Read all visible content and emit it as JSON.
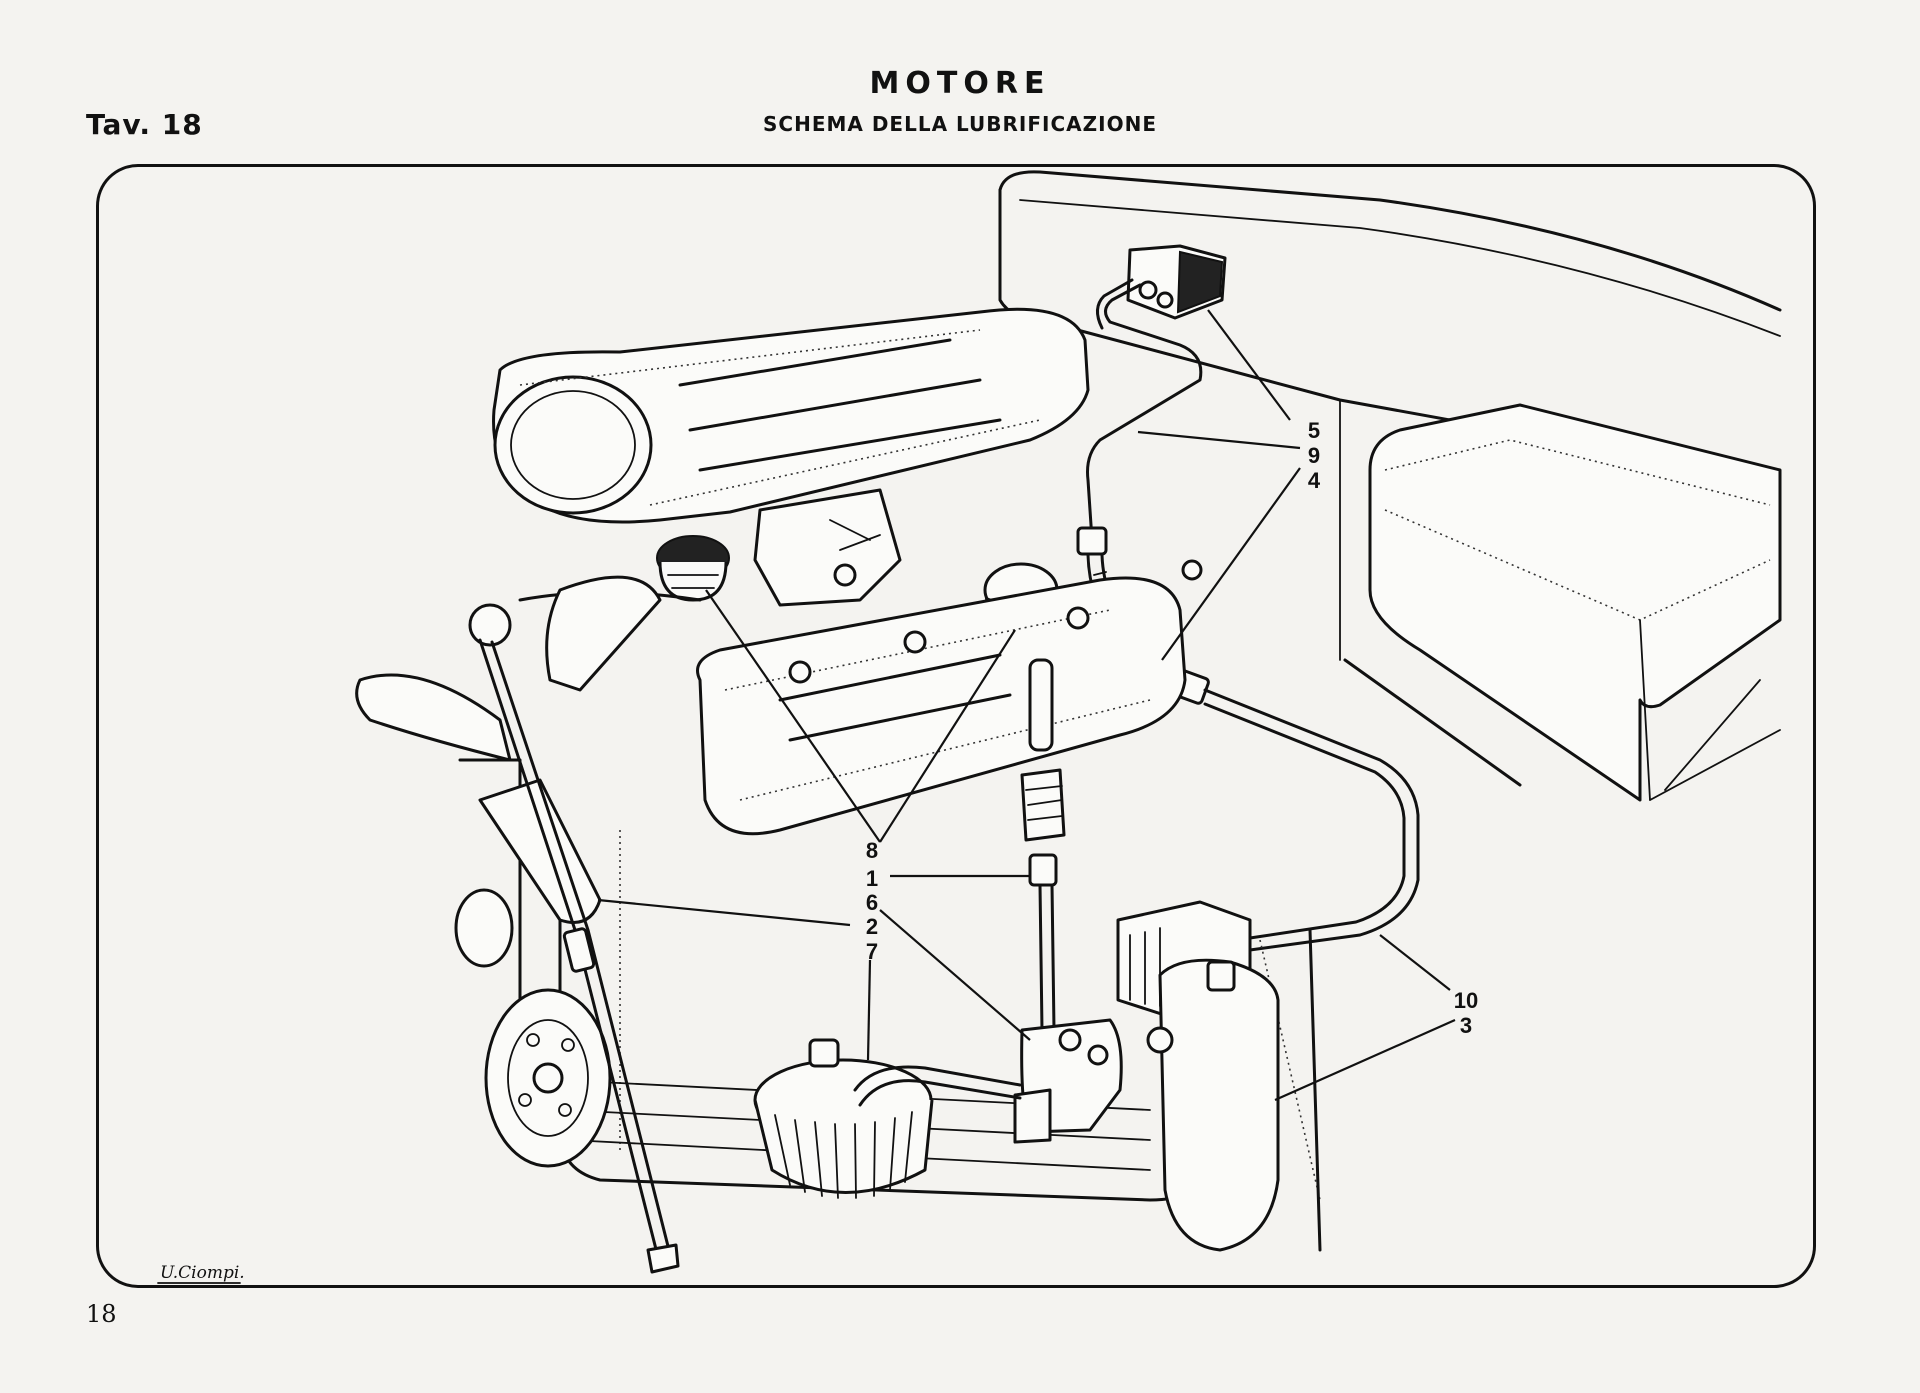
{
  "header": {
    "title": "MOTORE",
    "subtitle": "SCHEMA DELLA LUBRIFICAZIONE",
    "plate": "Tav. 18"
  },
  "footer": {
    "page_number": "18",
    "signature": "U.Ciompi."
  },
  "callouts": {
    "right_group_top": [
      "5",
      "9",
      "4"
    ],
    "center_group": [
      "8",
      "1",
      "6",
      "2",
      "7"
    ],
    "right_group_bottom": [
      "10",
      "3"
    ]
  }
}
